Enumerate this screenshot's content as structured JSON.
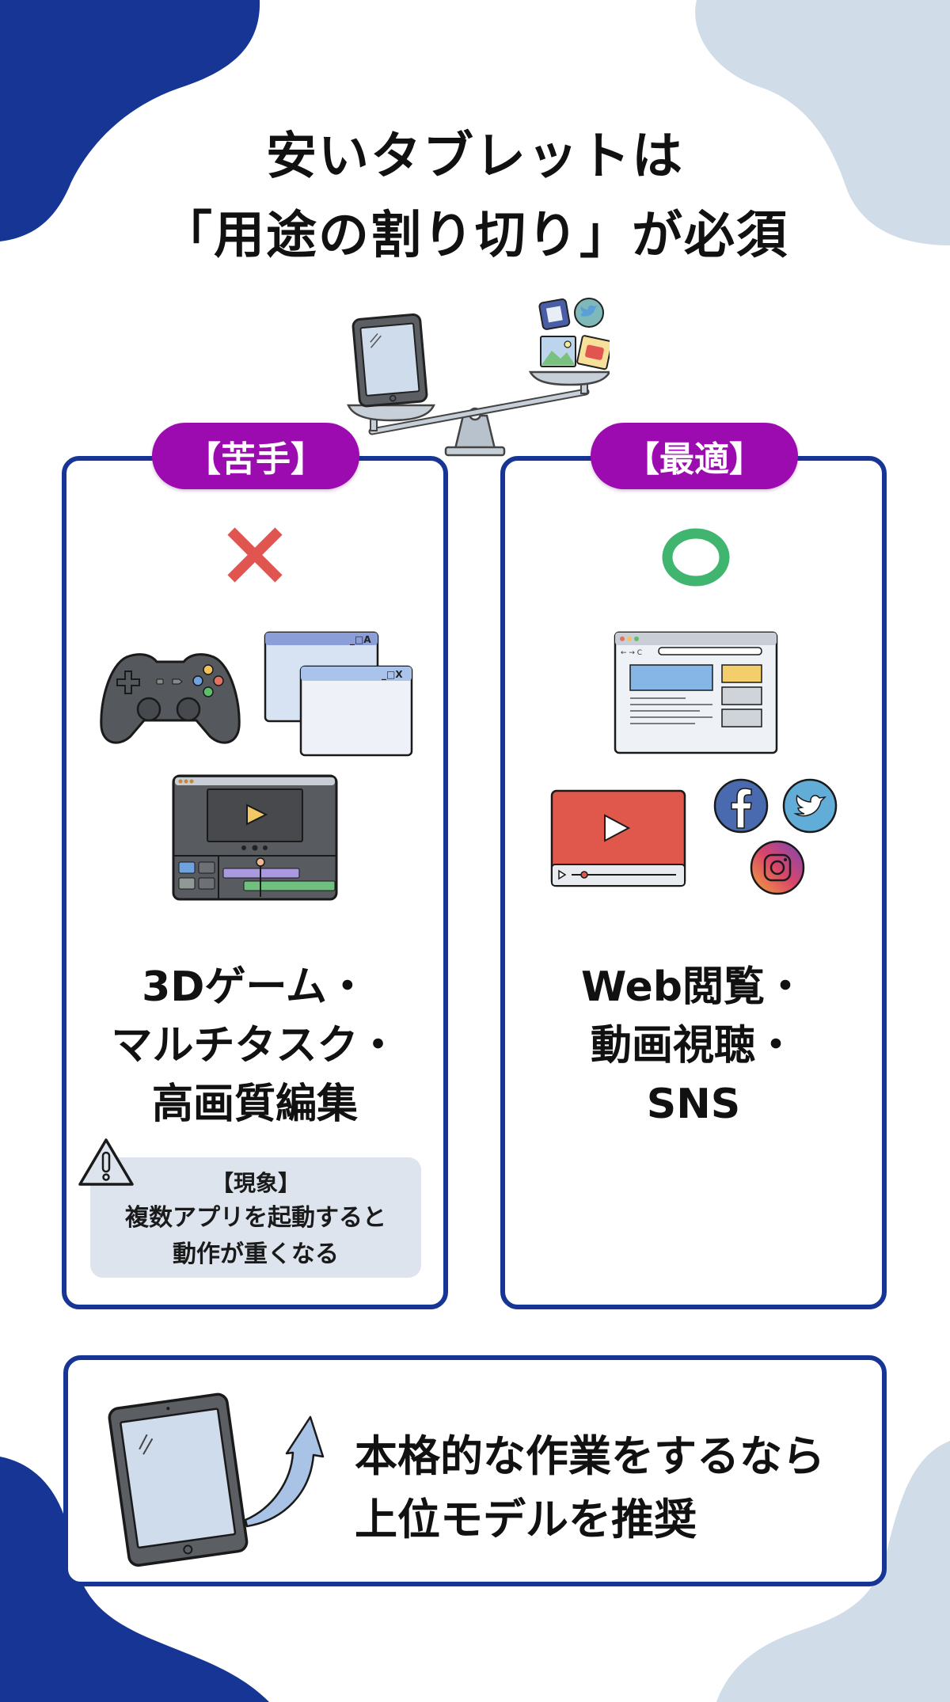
{
  "title": {
    "line1": "安いタブレットは",
    "line2": "「用途の割り切り」が必須"
  },
  "colors": {
    "navy": "#163594",
    "pale_blue": "#d0dce8",
    "purple": "#9c0bb0",
    "cross_red": "#e05550",
    "circle_green": "#3fb56f",
    "warn_box_bg": "#dde4ee"
  },
  "header_illustration": {
    "icon": "balance-scale-icon",
    "left_pan": "tablet-icon",
    "right_pan": [
      "app-icon",
      "twitter-icon",
      "photo-icon",
      "video-icon"
    ]
  },
  "panels": {
    "weak": {
      "label": "【苦手】",
      "mark": "cross-icon",
      "illustrations": [
        "game-controller-icon",
        "multiple-windows-icon",
        "video-editor-icon"
      ],
      "lines": [
        "3Dゲーム・",
        "マルチタスク・",
        "高画質編集"
      ],
      "warning": {
        "icon": "warning-icon",
        "title": "【現象】",
        "lines": [
          "複数アプリを起動すると",
          "動作が重くなる"
        ]
      }
    },
    "best": {
      "label": "【最適】",
      "mark": "circle-icon",
      "illustrations": [
        "web-browser-icon",
        "video-player-icon",
        "facebook-icon",
        "twitter-icon",
        "instagram-icon"
      ],
      "lines": [
        "Web閲覧・",
        "動画視聴・",
        "SNS"
      ]
    }
  },
  "recommendation": {
    "icon": "tablet-upgrade-icon",
    "lines": [
      "本格的な作業をするなら",
      "上位モデルを推奨"
    ]
  }
}
